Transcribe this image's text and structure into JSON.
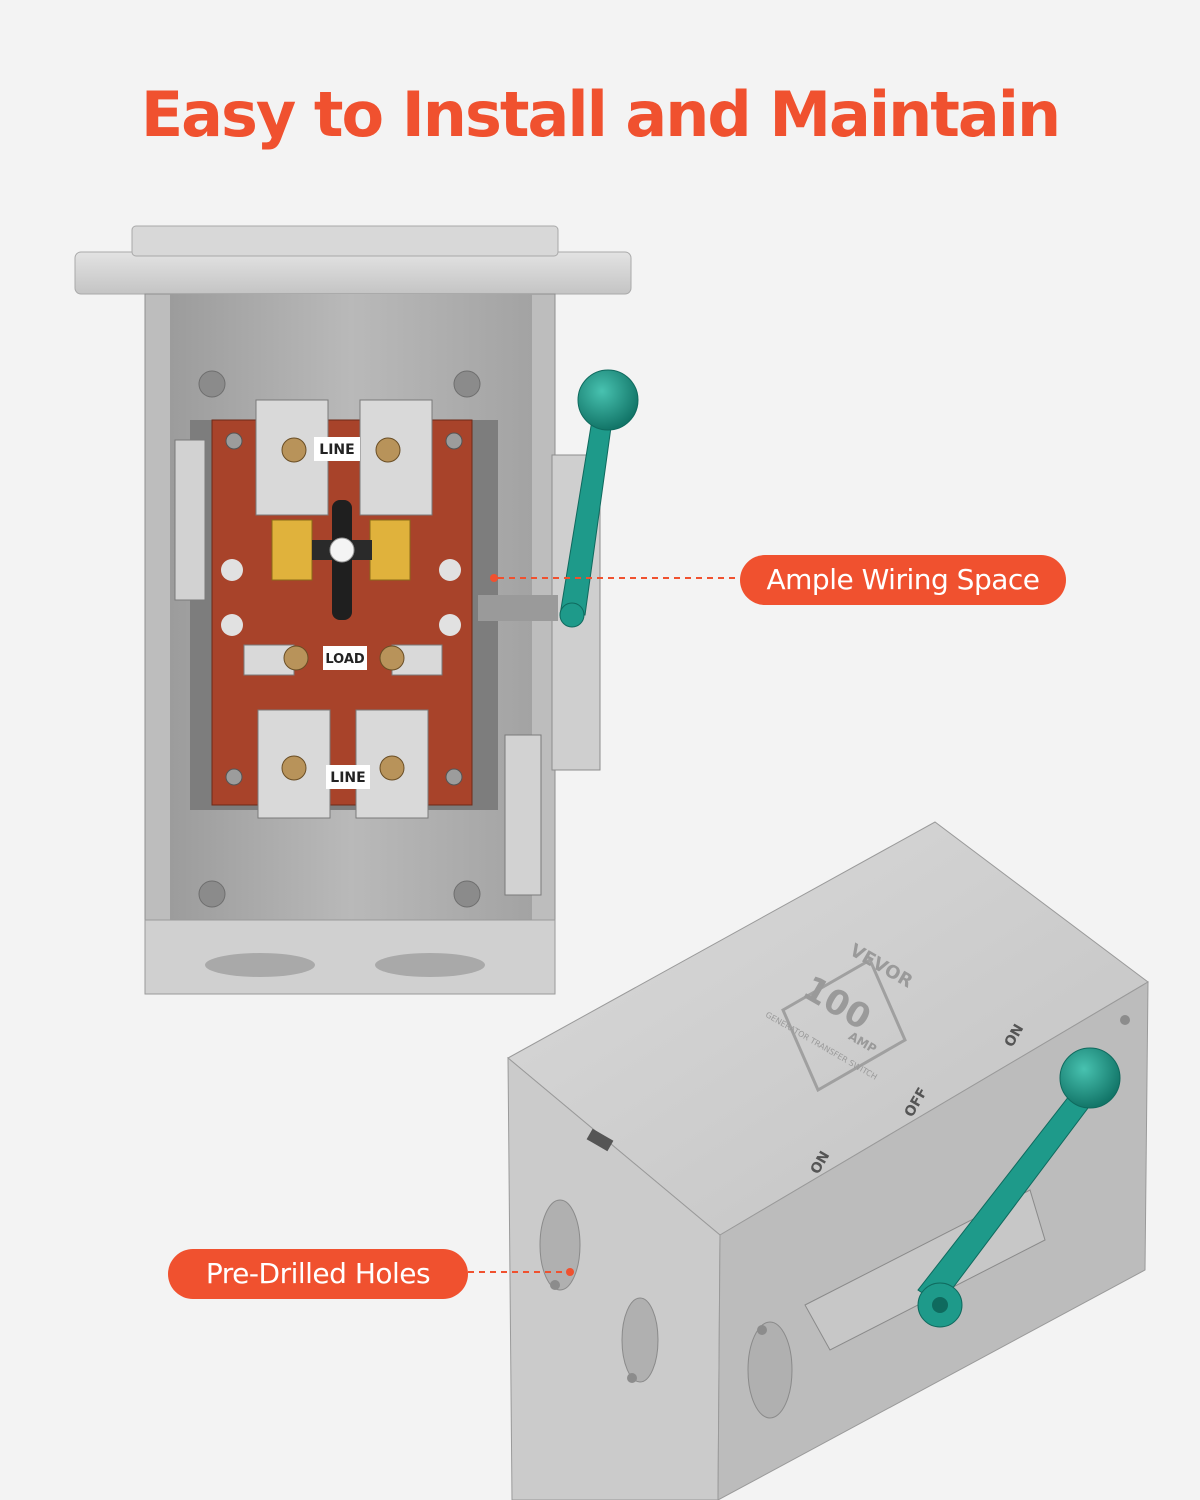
{
  "headline": "Easy to Install and Maintain",
  "callouts": {
    "wiring": "Ample Wiring Space",
    "holes": "Pre-Drilled Holes"
  },
  "panel_labels": {
    "line_top": "LINE",
    "load": "LOAD",
    "line_bottom": "LINE"
  },
  "product": {
    "brand": "VEVOR",
    "rating": "100",
    "unit": "AMP",
    "subtitle": "GENERATOR TRANSFER SWITCH",
    "pos_on_top": "ON",
    "pos_off": "OFF",
    "pos_on_bottom": "ON"
  },
  "colors": {
    "accent": "#f0512f",
    "board": "#a8432a",
    "handle": "#1e9a8a",
    "metal": "#c9c9c9"
  }
}
